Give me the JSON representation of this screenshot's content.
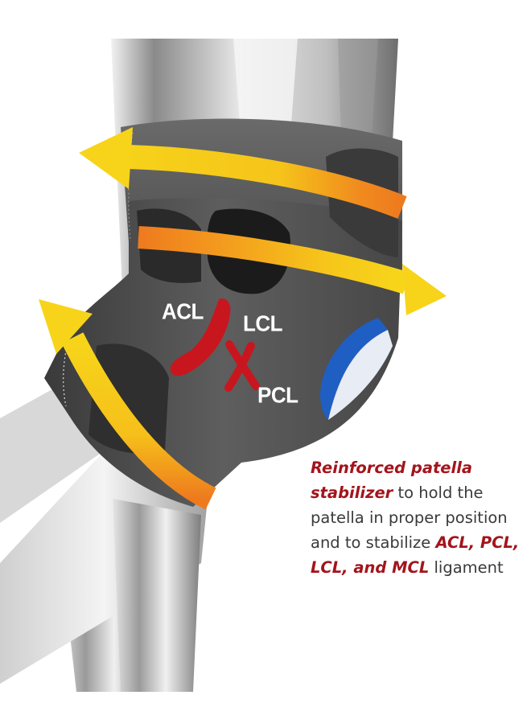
{
  "labels": {
    "acl": "ACL",
    "lcl": "LCL",
    "pcl": "PCL"
  },
  "caption": {
    "l1_hl": "Reinforced patella",
    "l2_hl": "stabilizer",
    "l2_rest": " to hold the",
    "l3": "patella in proper position",
    "l4_pre": "and to stabilize ",
    "l4_hl": "ACL, PCL,",
    "l5_hl": "LCL, and MCL",
    "l5_rest": " ligament"
  },
  "colors": {
    "arrow_yellow": "#f6cf19",
    "arrow_orange": "#f08a1e",
    "brace_dark": "#3b3b3b",
    "brace_mid": "#575757",
    "ligament_red": "#c8161e",
    "mcl_blue": "#1f5fc4",
    "caption_red": "#a3141c",
    "caption_gray": "#3a3a3a"
  },
  "icons": [
    "horizontal-arrow-left",
    "horizontal-arrow-right",
    "vertical-arrow-up",
    "ligament-shape",
    "mcl-stabilizer-arc"
  ]
}
